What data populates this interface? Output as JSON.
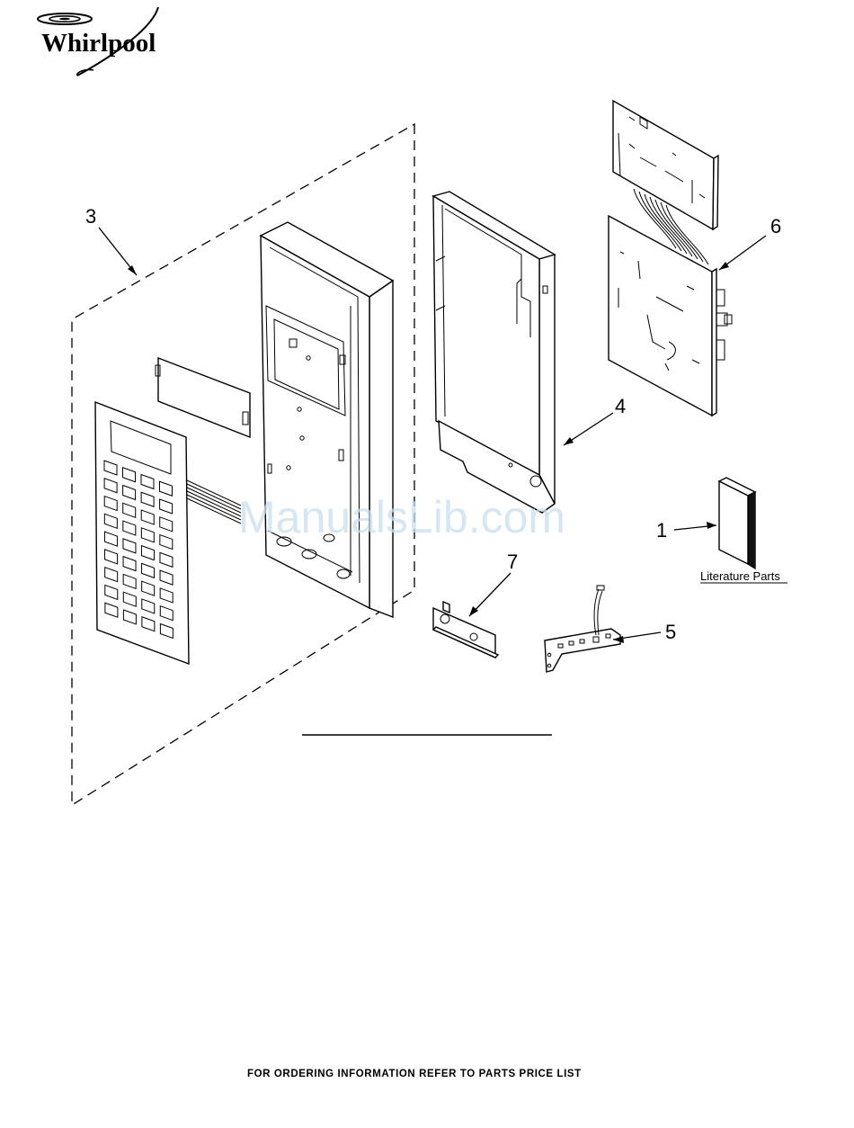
{
  "brand": {
    "name": "Whirlpool",
    "logo_icon": "whirlpool-swirl-logo"
  },
  "watermark": {
    "text": "ManualsLib.com"
  },
  "callouts": [
    {
      "id": "1",
      "label": "1",
      "part": "literature-parts"
    },
    {
      "id": "3",
      "label": "3",
      "part": "control-panel-assembly"
    },
    {
      "id": "4",
      "label": "4",
      "part": "control-panel-frame"
    },
    {
      "id": "5",
      "label": "5",
      "part": "led-board"
    },
    {
      "id": "6",
      "label": "6",
      "part": "control-board"
    },
    {
      "id": "7",
      "label": "7",
      "part": "bracket"
    }
  ],
  "literature": {
    "label": "Literature Parts"
  },
  "footer": {
    "text": "FOR ORDERING INFORMATION REFER TO PARTS PRICE LIST"
  }
}
